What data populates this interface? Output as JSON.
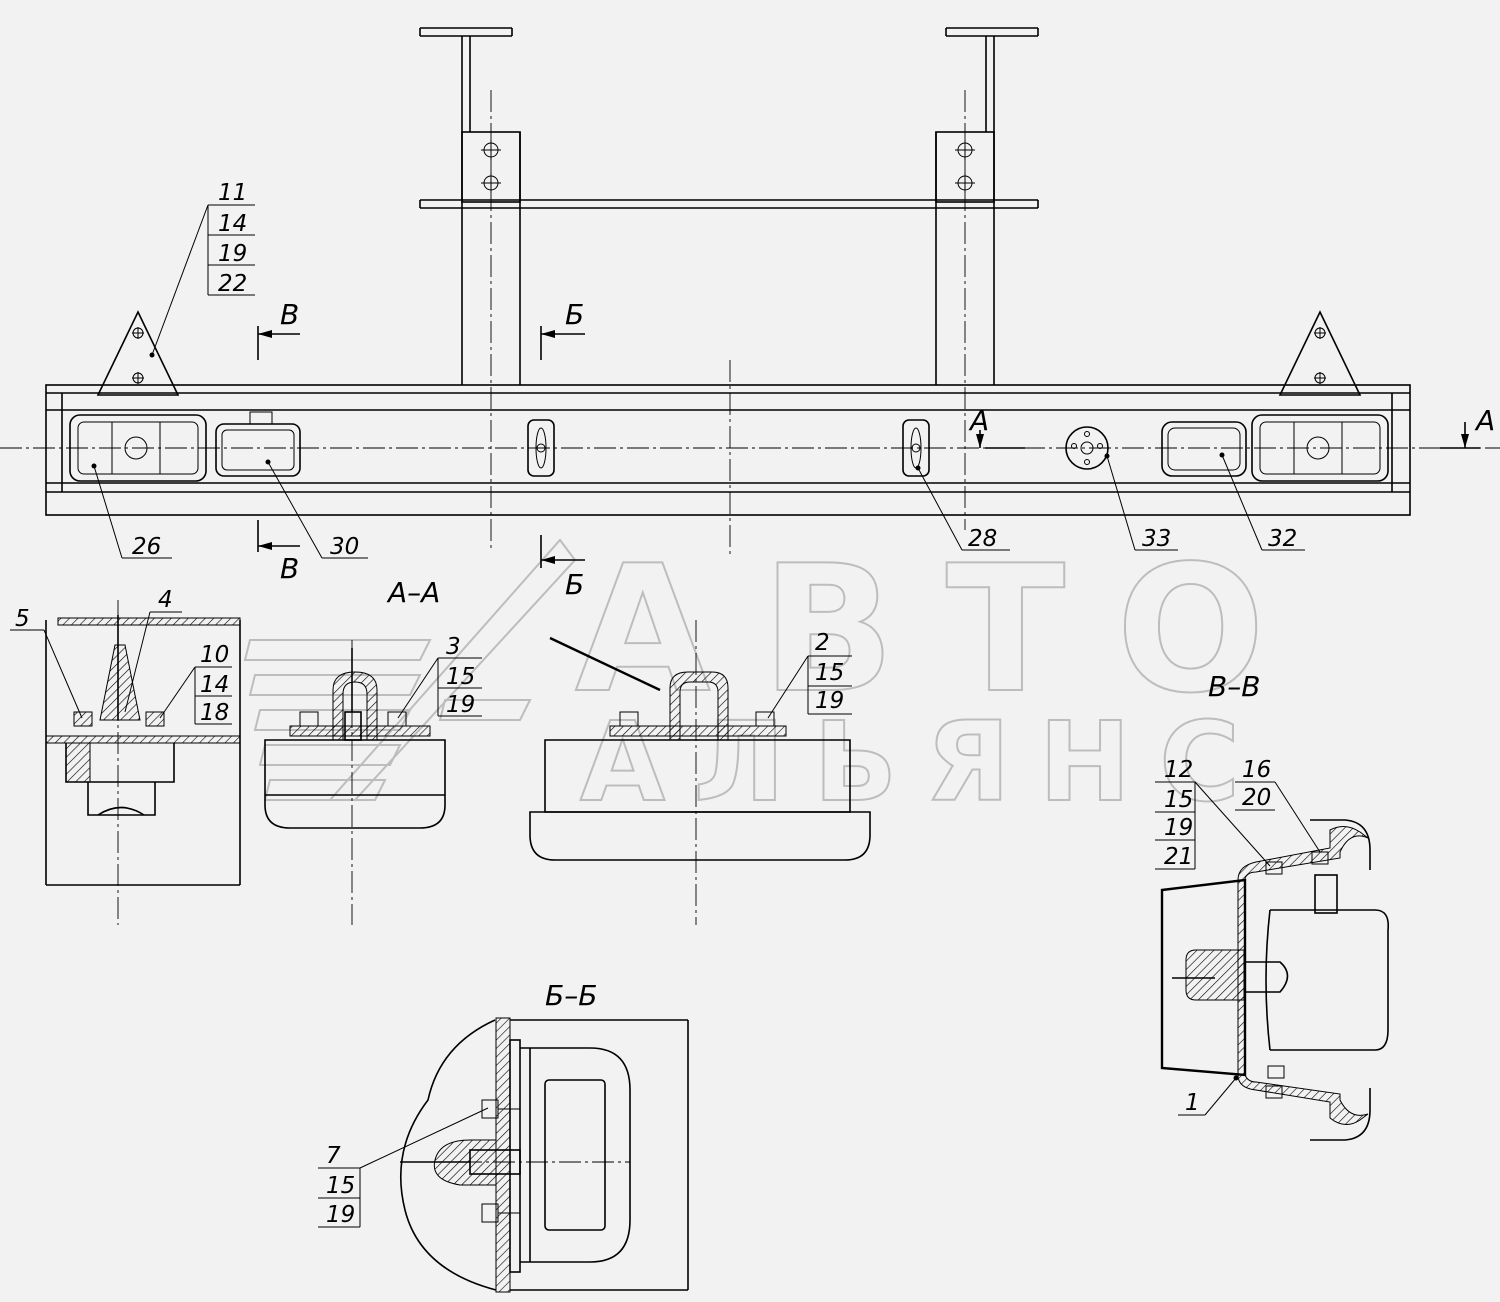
{
  "drawing": {
    "section_titles": {
      "aa": "А–А",
      "bb": "Б–Б",
      "vv": "В–В"
    },
    "cut_markers": {
      "a": "А",
      "b": "Б",
      "v": "В"
    },
    "callouts": {
      "tri_stack": [
        "11",
        "14",
        "19",
        "22"
      ],
      "lamp_left": "26",
      "lamp_left_small": "30",
      "lamp_middle": "28",
      "socket": "33",
      "lamp_right_small": "32",
      "aa_5": "5",
      "aa_4": "4",
      "aa_stack_10": [
        "10",
        "14",
        "18"
      ],
      "aa_stack_3": [
        "3",
        "15",
        "19"
      ],
      "aa_stack_2": [
        "2",
        "15",
        "19"
      ],
      "vv_stack_12": [
        "12",
        "15",
        "19",
        "21"
      ],
      "vv_stack_16": [
        "16",
        "20"
      ],
      "vv_1": "1",
      "bb_stack_7": [
        "7",
        "15",
        "19"
      ]
    }
  },
  "watermark": {
    "line1": "АВТО",
    "line2": "АЛЬЯНС"
  }
}
